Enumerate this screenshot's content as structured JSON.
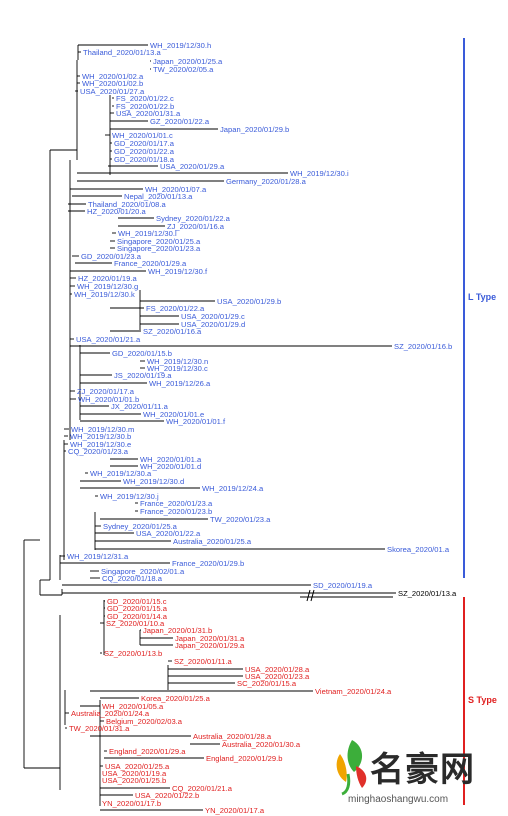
{
  "colors": {
    "l_type": "#3a5bd9",
    "s_type": "#e02020",
    "branch": "#000000",
    "outlier": "#000000"
  },
  "groups": {
    "l_type_label": "L Type",
    "s_type_label": "S Type"
  },
  "leaves": [
    {
      "label": "WH_2019/12/30.h",
      "type": "L"
    },
    {
      "label": "Thailand_2020/01/13.a",
      "type": "L"
    },
    {
      "label": "Japan_2020/01/25.a",
      "type": "L"
    },
    {
      "label": "TW_2020/02/05.a",
      "type": "L"
    },
    {
      "label": "WH_2020/01/02.a",
      "type": "L"
    },
    {
      "label": "WH_2020/01/02.b",
      "type": "L"
    },
    {
      "label": "USA_2020/01/27.a",
      "type": "L"
    },
    {
      "label": "FS_2020/01/22.c",
      "type": "L"
    },
    {
      "label": "FS_2020/01/22.b",
      "type": "L"
    },
    {
      "label": "USA_2020/01/31.a",
      "type": "L"
    },
    {
      "label": "GZ_2020/01/22.a",
      "type": "L"
    },
    {
      "label": "Japan_2020/01/29.b",
      "type": "L"
    },
    {
      "label": "WH_2020/01/01.c",
      "type": "L"
    },
    {
      "label": "GD_2020/01/17.a",
      "type": "L"
    },
    {
      "label": "GD_2020/01/22.a",
      "type": "L"
    },
    {
      "label": "GD_2020/01/18.a",
      "type": "L"
    },
    {
      "label": "USA_2020/01/29.a",
      "type": "L"
    },
    {
      "label": "WH_2019/12/30.i",
      "type": "L"
    },
    {
      "label": "Germany_2020/01/28.a",
      "type": "L"
    },
    {
      "label": "WH_2020/01/07.a",
      "type": "L"
    },
    {
      "label": "Nepal_2020/01/13.a",
      "type": "L"
    },
    {
      "label": "Thailand_2020/01/08.a",
      "type": "L"
    },
    {
      "label": "HZ_2020/01/20.a",
      "type": "L"
    },
    {
      "label": "Sydney_2020/01/22.a",
      "type": "L"
    },
    {
      "label": "ZJ_2020/01/16.a",
      "type": "L"
    },
    {
      "label": "WH_2019/12/30.l",
      "type": "L"
    },
    {
      "label": "Singapore_2020/01/25.a",
      "type": "L"
    },
    {
      "label": "Singapore_2020/01/23.a",
      "type": "L"
    },
    {
      "label": "GD_2020/01/23.a",
      "type": "L"
    },
    {
      "label": "France_2020/01/29.a",
      "type": "L"
    },
    {
      "label": "WH_2019/12/30.f",
      "type": "L"
    },
    {
      "label": "HZ_2020/01/19.a",
      "type": "L"
    },
    {
      "label": "WH_2019/12/30.g",
      "type": "L"
    },
    {
      "label": "WH_2019/12/30.k",
      "type": "L"
    },
    {
      "label": "USA_2020/01/29.b",
      "type": "L"
    },
    {
      "label": "FS_2020/01/22.a",
      "type": "L"
    },
    {
      "label": "USA_2020/01/29.c",
      "type": "L"
    },
    {
      "label": "USA_2020/01/29.d",
      "type": "L"
    },
    {
      "label": "SZ_2020/01/16.a",
      "type": "L"
    },
    {
      "label": "USA_2020/01/21.a",
      "type": "L"
    },
    {
      "label": "SZ_2020/01/16.b",
      "type": "L"
    },
    {
      "label": "GD_2020/01/15.b",
      "type": "L"
    },
    {
      "label": "WH_2019/12/30.n",
      "type": "L"
    },
    {
      "label": "WH_2019/12/30.c",
      "type": "L"
    },
    {
      "label": "JS_2020/01/19.a",
      "type": "L"
    },
    {
      "label": "WH_2019/12/26.a",
      "type": "L"
    },
    {
      "label": "ZJ_2020/01/17.a",
      "type": "L"
    },
    {
      "label": "WH_2020/01/01.b",
      "type": "L"
    },
    {
      "label": "JX_2020/01/11.a",
      "type": "L"
    },
    {
      "label": "WH_2020/01/01.e",
      "type": "L"
    },
    {
      "label": "WH_2020/01/01.f",
      "type": "L"
    },
    {
      "label": "WH_2019/12/30.m",
      "type": "L"
    },
    {
      "label": "WH_2019/12/30.b",
      "type": "L"
    },
    {
      "label": "WH_2019/12/30.e",
      "type": "L"
    },
    {
      "label": "CQ_2020/01/23.a",
      "type": "L"
    },
    {
      "label": "WH_2020/01/01.a",
      "type": "L"
    },
    {
      "label": "WH_2020/01/01.d",
      "type": "L"
    },
    {
      "label": "WH_2019/12/30.a",
      "type": "L"
    },
    {
      "label": "WH_2019/12/30.d",
      "type": "L"
    },
    {
      "label": "WH_2019/12/24.a",
      "type": "L"
    },
    {
      "label": "WH_2019/12/30.j",
      "type": "L"
    },
    {
      "label": "France_2020/01/23.a",
      "type": "L"
    },
    {
      "label": "France_2020/01/23.b",
      "type": "L"
    },
    {
      "label": "TW_2020/01/23.a",
      "type": "L"
    },
    {
      "label": "Sydney_2020/01/25.a",
      "type": "L"
    },
    {
      "label": "USA_2020/01/22.a",
      "type": "L"
    },
    {
      "label": "Australia_2020/01/25.a",
      "type": "L"
    },
    {
      "label": "Skorea_2020/01.a",
      "type": "L"
    },
    {
      "label": "WH_2019/12/31.a",
      "type": "L"
    },
    {
      "label": "France_2020/01/29.b",
      "type": "L"
    },
    {
      "label": "Singapore_2020/02/01.a",
      "type": "L"
    },
    {
      "label": "CQ_2020/01/18.a",
      "type": "L"
    },
    {
      "label": "SD_2020/01/19.a",
      "type": "L"
    },
    {
      "label": "SZ_2020/01/13.a",
      "type": "O"
    },
    {
      "label": "GD_2020/01/15.c",
      "type": "S"
    },
    {
      "label": "GD_2020/01/15.a",
      "type": "S"
    },
    {
      "label": "GD_2020/01/14.a",
      "type": "S"
    },
    {
      "label": "SZ_2020/01/10.a",
      "type": "S"
    },
    {
      "label": "Japan_2020/01/31.b",
      "type": "S"
    },
    {
      "label": "Japan_2020/01/31.a",
      "type": "S"
    },
    {
      "label": "Japan_2020/01/29.a",
      "type": "S"
    },
    {
      "label": "SZ_2020/01/13.b",
      "type": "S"
    },
    {
      "label": "SZ_2020/01/11.a",
      "type": "S"
    },
    {
      "label": "USA_2020/01/28.a",
      "type": "S"
    },
    {
      "label": "USA_2020/01/23.a",
      "type": "S"
    },
    {
      "label": "SC_2020/01/15.a",
      "type": "S"
    },
    {
      "label": "Vietnam_2020/01/24.a",
      "type": "S"
    },
    {
      "label": "Korea_2020/01/25.a",
      "type": "S"
    },
    {
      "label": "WH_2020/01/05.a",
      "type": "S"
    },
    {
      "label": "Australia_2020/01/24.a",
      "type": "S"
    },
    {
      "label": "Belgium_2020/02/03.a",
      "type": "S"
    },
    {
      "label": "TW_2020/01/31.a",
      "type": "S"
    },
    {
      "label": "Australia_2020/01/28.a",
      "type": "S"
    },
    {
      "label": "Australia_2020/01/30.a",
      "type": "S"
    },
    {
      "label": "England_2020/01/29.a",
      "type": "S"
    },
    {
      "label": "England_2020/01/29.b",
      "type": "S"
    },
    {
      "label": "USA_2020/01/25.a",
      "type": "S"
    },
    {
      "label": "USA_2020/01/19.a",
      "type": "S"
    },
    {
      "label": "USA_2020/01/25.b",
      "type": "S"
    },
    {
      "label": "CQ_2020/01/21.a",
      "type": "S"
    },
    {
      "label": "USA_2020/01/22.b",
      "type": "S"
    },
    {
      "label": "YN_2020/01/17.b",
      "type": "S"
    },
    {
      "label": "YN_2020/01/17.a",
      "type": "S"
    }
  ],
  "watermark": {
    "title": "名豪网",
    "url": "minghaoshangwu.com"
  }
}
